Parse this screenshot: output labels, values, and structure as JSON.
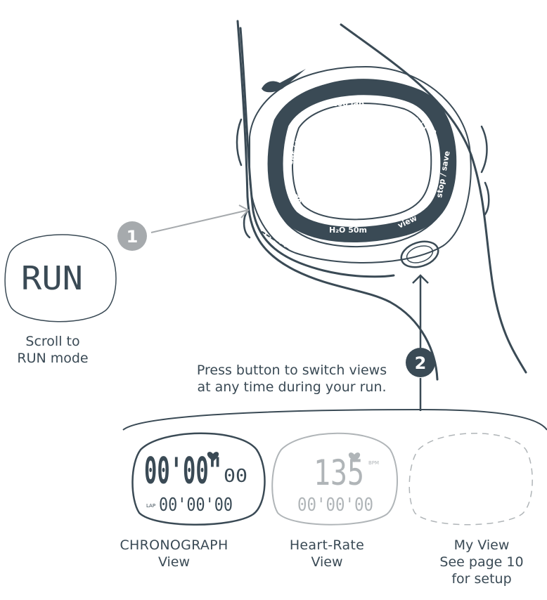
{
  "bezel": {
    "top": "100 lap",
    "top_right": "start / lap",
    "right": "stop / save",
    "bottom_right": "view",
    "bottom": "H₂O 50m",
    "left_bottom": "mode",
    "left_top": "set / light"
  },
  "callouts": {
    "one": "1",
    "two": "2"
  },
  "run_display": "RUN",
  "scroll_caption": {
    "line1": "Scroll to",
    "line2": "RUN mode"
  },
  "instruction": {
    "line1": "Press button to switch views",
    "line2": "at any time during your run."
  },
  "views": [
    {
      "title": "CHRONOGRAPH",
      "subtitle": "View",
      "main": "00'00\"",
      "hundredths": "00",
      "lap_label": "LAP",
      "lap_time": "00'00'00"
    },
    {
      "title": "Heart-Rate",
      "subtitle": "View",
      "bpm": "135",
      "bpm_unit": "BPM",
      "time": "00'00'00"
    },
    {
      "title": "My View",
      "line2": "See page 10",
      "line3": "for setup"
    }
  ],
  "colors": {
    "ink": "#3a4a55",
    "callout_gray": "#a6aaad",
    "callout_dark": "#3a4a55",
    "faded": "#b0b5b8"
  }
}
